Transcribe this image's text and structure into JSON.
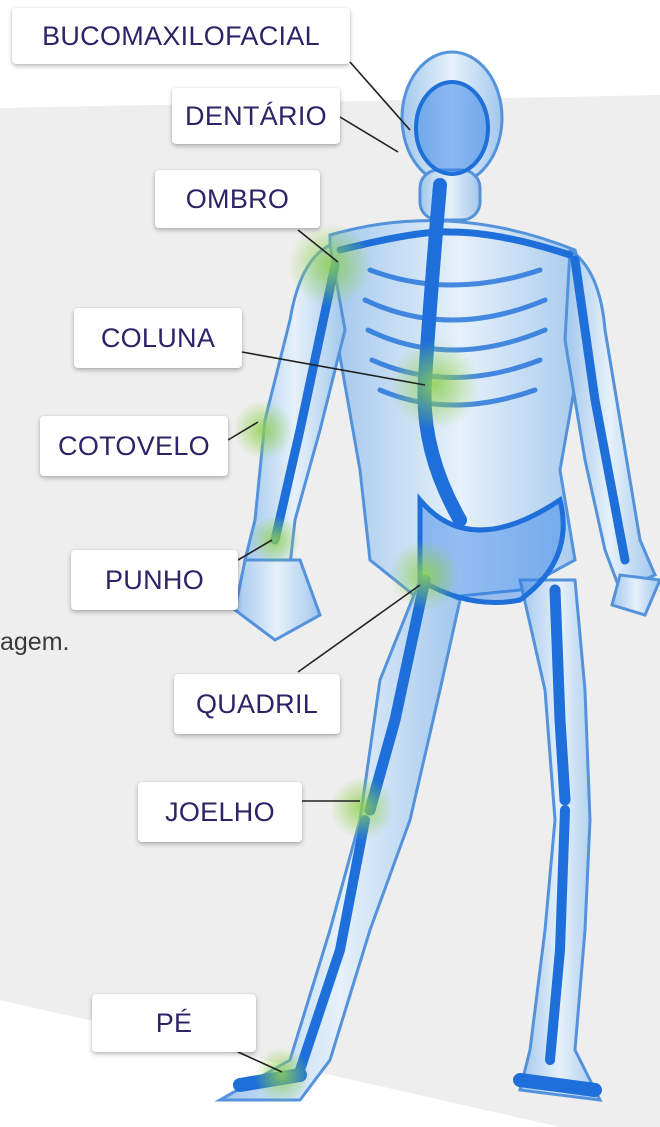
{
  "labels": {
    "bucomaxilofacial": "BUCOMAXILOFACIAL",
    "dentario": "DENTÁRIO",
    "ombro": "OMBRO",
    "coluna": "COLUNA",
    "cotovelo": "COTOVELO",
    "punho": "PUNHO",
    "quadril": "QUADRIL",
    "joelho": "JOELHO",
    "pe": "PÉ"
  },
  "side_text": "agem.",
  "colors": {
    "label_text": "#2b2467",
    "body_blue": "#1e6fd9",
    "highlight_green": "#8fd14f",
    "panel_gray": "#eeeeee"
  }
}
